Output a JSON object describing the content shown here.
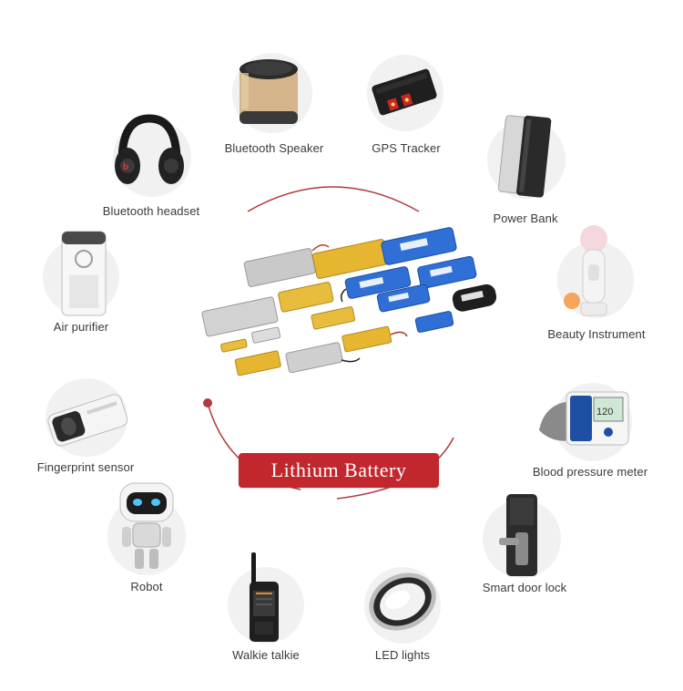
{
  "center": {
    "banner_text": "Lithium Battery"
  },
  "applications": [
    {
      "key": "bluetooth-speaker",
      "label": "Bluetooth Speaker",
      "icon": "speaker-icon"
    },
    {
      "key": "gps-tracker",
      "label": "GPS Tracker",
      "icon": "gps-tracker-icon"
    },
    {
      "key": "bluetooth-headset",
      "label": "Bluetooth headset",
      "icon": "headphones-icon"
    },
    {
      "key": "power-bank",
      "label": "Power Bank",
      "icon": "power-bank-icon"
    },
    {
      "key": "air-purifier",
      "label": "Air purifier",
      "icon": "air-purifier-icon"
    },
    {
      "key": "beauty-instrument",
      "label": "Beauty Instrument",
      "icon": "beauty-device-icon"
    },
    {
      "key": "fingerprint-sensor",
      "label": "Fingerprint sensor",
      "icon": "fingerprint-sensor-icon"
    },
    {
      "key": "blood-pressure-meter",
      "label": "Blood pressure meter",
      "icon": "blood-pressure-monitor-icon"
    },
    {
      "key": "robot",
      "label": "Robot",
      "icon": "robot-icon"
    },
    {
      "key": "smart-door-lock",
      "label": "Smart door lock",
      "icon": "door-lock-icon"
    },
    {
      "key": "walkie-talkie",
      "label": "Walkie talkie",
      "icon": "walkie-talkie-icon"
    },
    {
      "key": "led-lights",
      "label": "LED lights",
      "icon": "led-light-icon"
    }
  ],
  "colors": {
    "accent": "#c1272d",
    "disc": "#f1f1f1",
    "label": "#3a3a3a",
    "battery_blue": "#2f6fd6",
    "battery_gold": "#e6b631",
    "battery_silver": "#c8c8c8"
  }
}
